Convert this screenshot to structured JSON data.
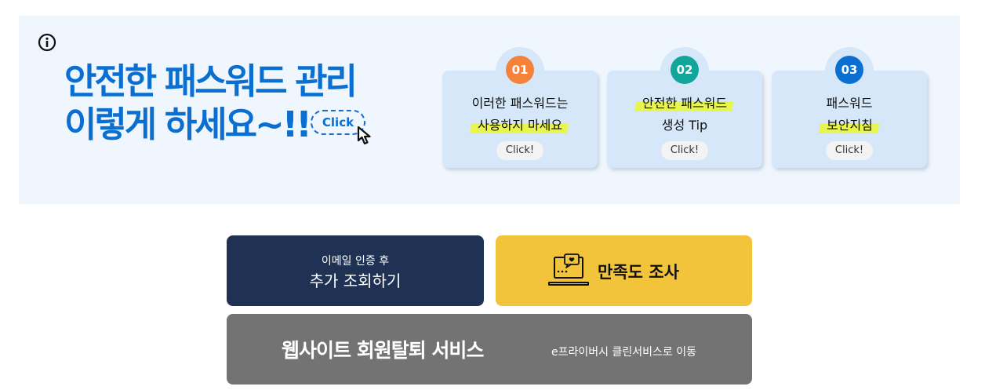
{
  "banner": {
    "headline_line1": "안전한 패스워드 관리",
    "headline_line2": "이렇게 하세요~!!",
    "click_label": "Click",
    "icons": {
      "info": "info-icon",
      "cursor": "cursor-arrow-icon"
    }
  },
  "cards": [
    {
      "number": "01",
      "color": "#f5823a",
      "line1": "이러한 패스워드는",
      "line2": "사용하지 마세요",
      "highlight": "line2",
      "button": "Click!"
    },
    {
      "number": "02",
      "color": "#12a59a",
      "line1": "안전한 패스워드",
      "line2": "생성 Tip",
      "highlight": "line1",
      "button": "Click!"
    },
    {
      "number": "03",
      "color": "#0a6fd1",
      "line1": "패스워드",
      "line2": "보안지침",
      "highlight": "line2",
      "button": "Click!"
    }
  ],
  "actions": {
    "verify_small": "이메일 인증 후",
    "verify_big": "추가 조회하기",
    "survey_label": "만족도 조사",
    "survey_icon": "laptop-chat-icon",
    "withdraw_label": "웹사이트 회원탈퇴 서비스",
    "withdraw_sub": "e프라이버시 클린서비스로 이동"
  },
  "colors": {
    "banner_bg": "#f0f6fd",
    "headline": "#0a6fd1",
    "card_bg": "#d5e7f8",
    "highlight": "#e8f54a",
    "verify_bg": "#1f3253",
    "survey_bg": "#f2c43c",
    "withdraw_bg": "#737373"
  }
}
